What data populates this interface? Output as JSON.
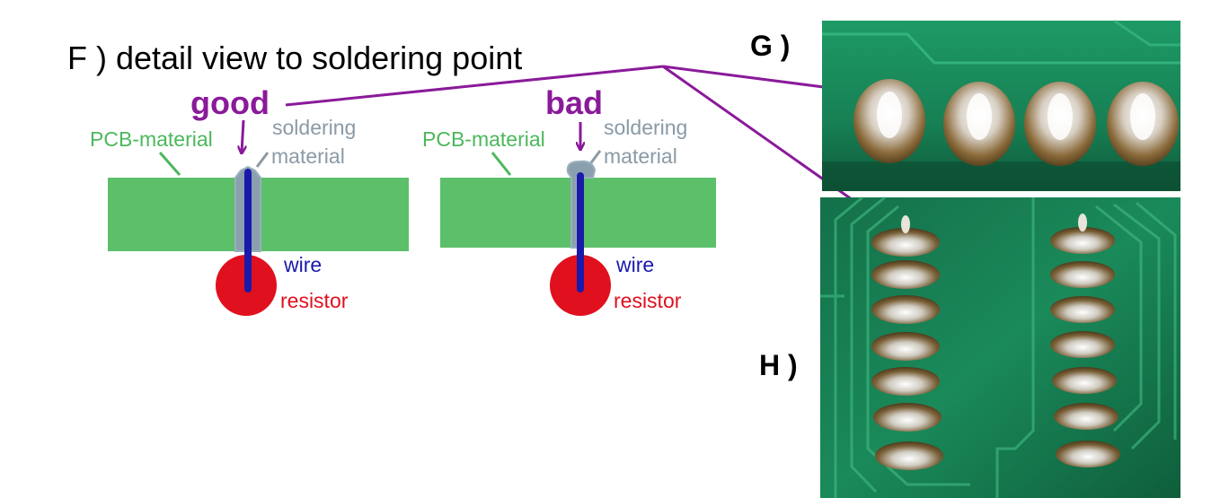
{
  "diagram": {
    "title": "F ) detail view to soldering point",
    "label_g": "G )",
    "label_h": "H )",
    "good": {
      "label": "good",
      "pcb_label": "PCB-material",
      "solder_label_1": "soldering",
      "solder_label_2": "material",
      "wire_label": "wire",
      "resistor_label": "resistor"
    },
    "bad": {
      "label": "bad",
      "pcb_label": "PCB-material",
      "solder_label_1": "soldering",
      "solder_label_2": "material",
      "wire_label": "wire",
      "resistor_label": "resistor"
    },
    "colors": {
      "pcb": "#5cc06a",
      "pcb_label": "#4cb85c",
      "arrow": "#8a1a9a",
      "solder": "#8aa0ae",
      "solder_text": "#8a9aa6",
      "wire": "#1a1aaa",
      "resistor": "#e0101e",
      "photo_green": "#1f8a5a"
    }
  }
}
